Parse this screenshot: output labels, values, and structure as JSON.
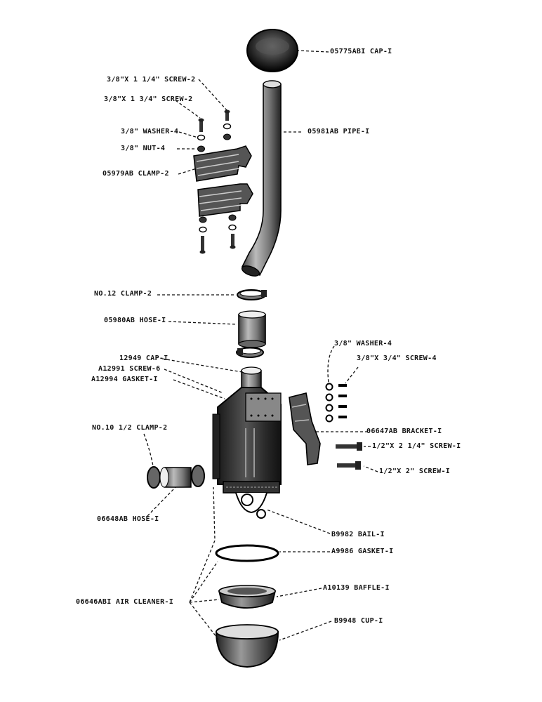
{
  "labels": {
    "cap_top": "05775ABI  CAP-I",
    "screw_long": "3/8\"X 1 1/4\" SCREW-2",
    "screw_short": "3/8\"X 1 3/4\" SCREW-2",
    "washer": "3/8\" WASHER-4",
    "nut": "3/8\" NUT-4",
    "clamp_pipe": "05979AB  CLAMP-2",
    "pipe": "05981AB  PIPE-I",
    "clamp_12": "NO.12  CLAMP-2",
    "hose_upper": "05980AB  HOSE-I",
    "cap_12949": "12949  CAP-I",
    "screw_a12991": "A12991  SCREW-6",
    "gasket_a12994": "A12994  GASKET-I",
    "washer_right": "3/8\" WASHER-4",
    "screw_right": "3/8\"X 3/4\" SCREW-4",
    "bracket": "06647AB  BRACKET-I",
    "screw_half_2q": "1/2\"X 2 1/4\" SCREW-I",
    "screw_half_2": "1/2\"X 2\" SCREW-I",
    "clamp_10": "NO.10 1/2 CLAMP-2",
    "hose_lower": "06648AB  HOSE-I",
    "bail": "B9982  BAIL-I",
    "gasket_a9986": "A9986  GASKET-I",
    "baffle": "A10139  BAFFLE-I",
    "air_cleaner": "06646ABI  AIR CLEANER-I",
    "cup": "B9948  CUP-I"
  }
}
